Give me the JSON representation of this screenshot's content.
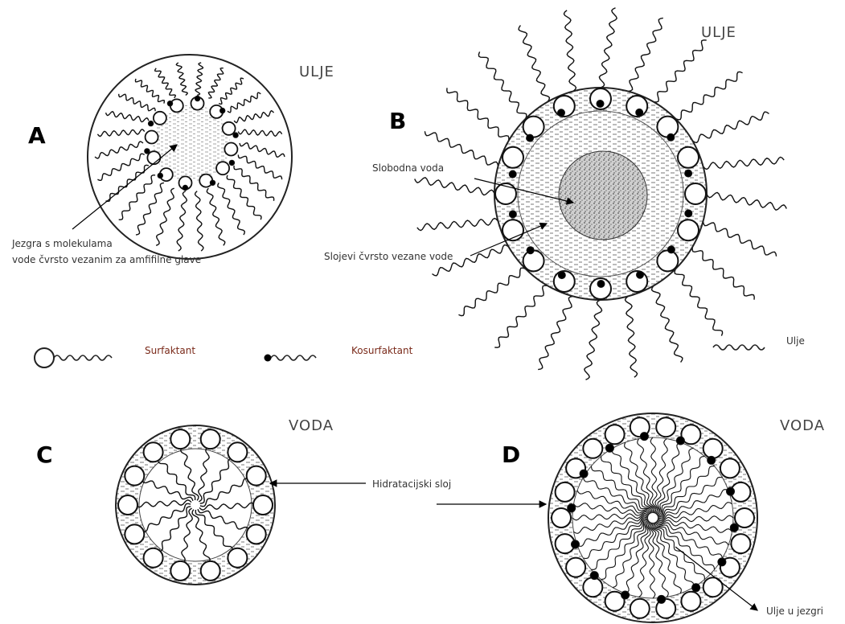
{
  "panels": {
    "a": {
      "letter": "A",
      "medium": "ULJE",
      "label_line1": "Jezgra s molekulama",
      "label_line2": "vode čvrsto vezanim  za amfifilne  glave"
    },
    "b": {
      "letter": "B",
      "medium": "ULJE",
      "free_water": "Slobodna voda",
      "bound_layers": "Slojevi čvrsto vezane vode"
    },
    "c": {
      "letter": "C",
      "medium": "VODA",
      "hydration": "Hidratacijski sloj"
    },
    "d": {
      "letter": "D",
      "medium": "VODA",
      "oil_core": "Ulje u jezgri"
    }
  },
  "legend": {
    "surfactant": "Surfaktant",
    "cosurfactant": "Kosurfaktant",
    "oil": "Ulje"
  }
}
